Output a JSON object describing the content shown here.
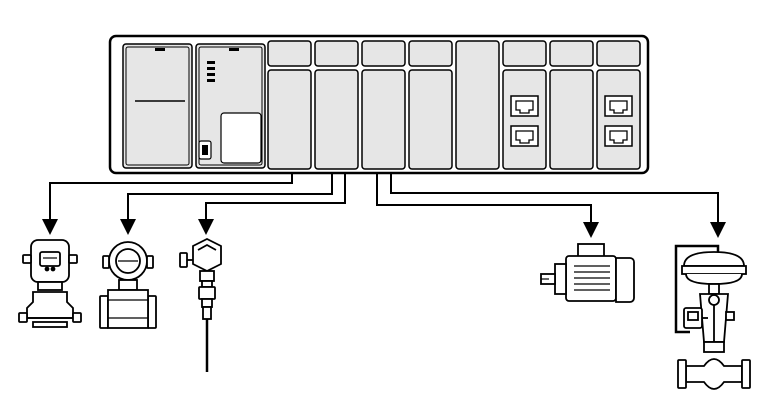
{
  "diagram": {
    "kind": "control-system-io",
    "controller": {
      "modules": [
        "power-supply-module",
        "cpu-module",
        "io-module-1",
        "io-module-2",
        "io-module-3",
        "io-module-4",
        "blank-module",
        "network-module-1",
        "io-module-5",
        "network-module-2"
      ],
      "ethernet_port_icon": "ethernet-port-icon"
    },
    "field_devices": [
      {
        "id": "pressure-transmitter",
        "icon": "pressure-transmitter-icon"
      },
      {
        "id": "magnetic-flowmeter",
        "icon": "flowmeter-icon"
      },
      {
        "id": "temperature-sensor",
        "icon": "thermocouple-icon"
      },
      {
        "id": "electric-motor",
        "icon": "motor-icon"
      },
      {
        "id": "control-valve",
        "icon": "control-valve-icon"
      }
    ],
    "colors": {
      "stroke": "#000000",
      "module_fill": "#e6e6e6",
      "background": "#ffffff"
    }
  }
}
